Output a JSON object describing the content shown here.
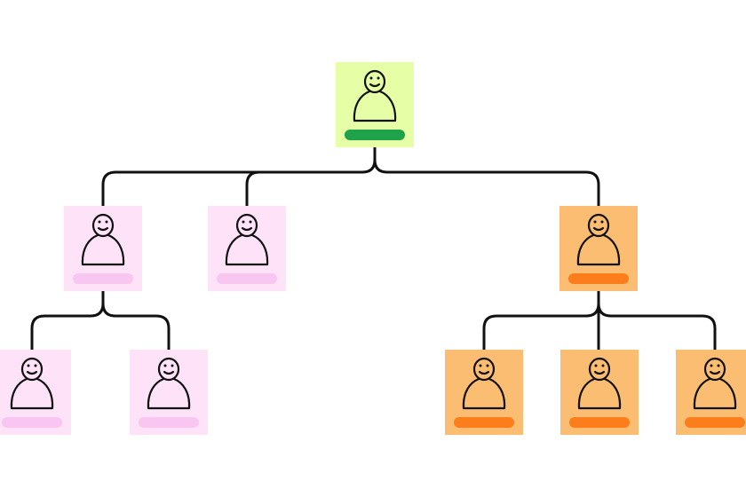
{
  "org_chart": {
    "colors": {
      "root_card": "#e6ffa6",
      "root_bar": "#1fa34a",
      "pink_card": "#fde2f8",
      "pink_bar": "#f8c6f0",
      "orange_card": "#fbbd72",
      "orange_bar": "#fb7d1c",
      "line": "#111111"
    },
    "nodes": [
      {
        "id": "root",
        "icon": "person-icon",
        "theme": "root"
      },
      {
        "id": "manager-1",
        "icon": "person-icon",
        "theme": "pink",
        "parent": "root"
      },
      {
        "id": "manager-2",
        "icon": "person-icon",
        "theme": "pink",
        "parent": "root"
      },
      {
        "id": "manager-3",
        "icon": "person-icon",
        "theme": "orange",
        "parent": "root"
      },
      {
        "id": "report-1a",
        "icon": "person-icon",
        "theme": "pink",
        "parent": "manager-1"
      },
      {
        "id": "report-1b",
        "icon": "person-icon",
        "theme": "pink",
        "parent": "manager-1"
      },
      {
        "id": "report-3a",
        "icon": "person-icon",
        "theme": "orange",
        "parent": "manager-3"
      },
      {
        "id": "report-3b",
        "icon": "person-icon",
        "theme": "orange",
        "parent": "manager-3"
      },
      {
        "id": "report-3c",
        "icon": "person-icon",
        "theme": "orange",
        "parent": "manager-3"
      }
    ]
  }
}
